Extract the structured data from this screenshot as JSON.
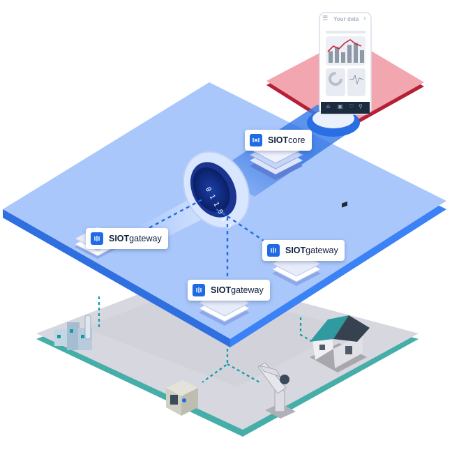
{
  "phone": {
    "title": "Your data",
    "menu_icon": "menu-icon",
    "next_icon": "chevron-right-icon",
    "bottom_icons": [
      "home-icon",
      "lock-icon",
      "heart-icon",
      "search-icon"
    ],
    "bar_chart": {
      "values": [
        0.55,
        0.75,
        0.5,
        0.85,
        0.95,
        0.6
      ]
    },
    "donut": {
      "level": 0.75
    }
  },
  "labels": {
    "core": {
      "brand": "SIOT",
      "suffix": "core",
      "icon": "core-icon"
    },
    "gateway_left": {
      "brand": "SIOT",
      "suffix": "gateway",
      "icon": "gateway-icon"
    },
    "gateway_right": {
      "brand": "SIOT",
      "suffix": "gateway",
      "icon": "gateway-icon"
    },
    "gateway_bottom": {
      "brand": "SIOT",
      "suffix": "gateway",
      "icon": "gateway-icon"
    }
  },
  "portal": {
    "binary_text": "0 1 1 0 1 0"
  },
  "devices": [
    "factory-icon",
    "meter-box-icon",
    "robot-arm-icon",
    "solar-house-icon"
  ],
  "colors": {
    "platform": "#aecbfb",
    "platform_edge": "#3b82f6",
    "cloud_card": "#f2a6b0",
    "ground": "#d6d6df",
    "ground_edge": "#4db3ad",
    "accent": "#1f6be6",
    "connector": "#0e9aa6"
  }
}
